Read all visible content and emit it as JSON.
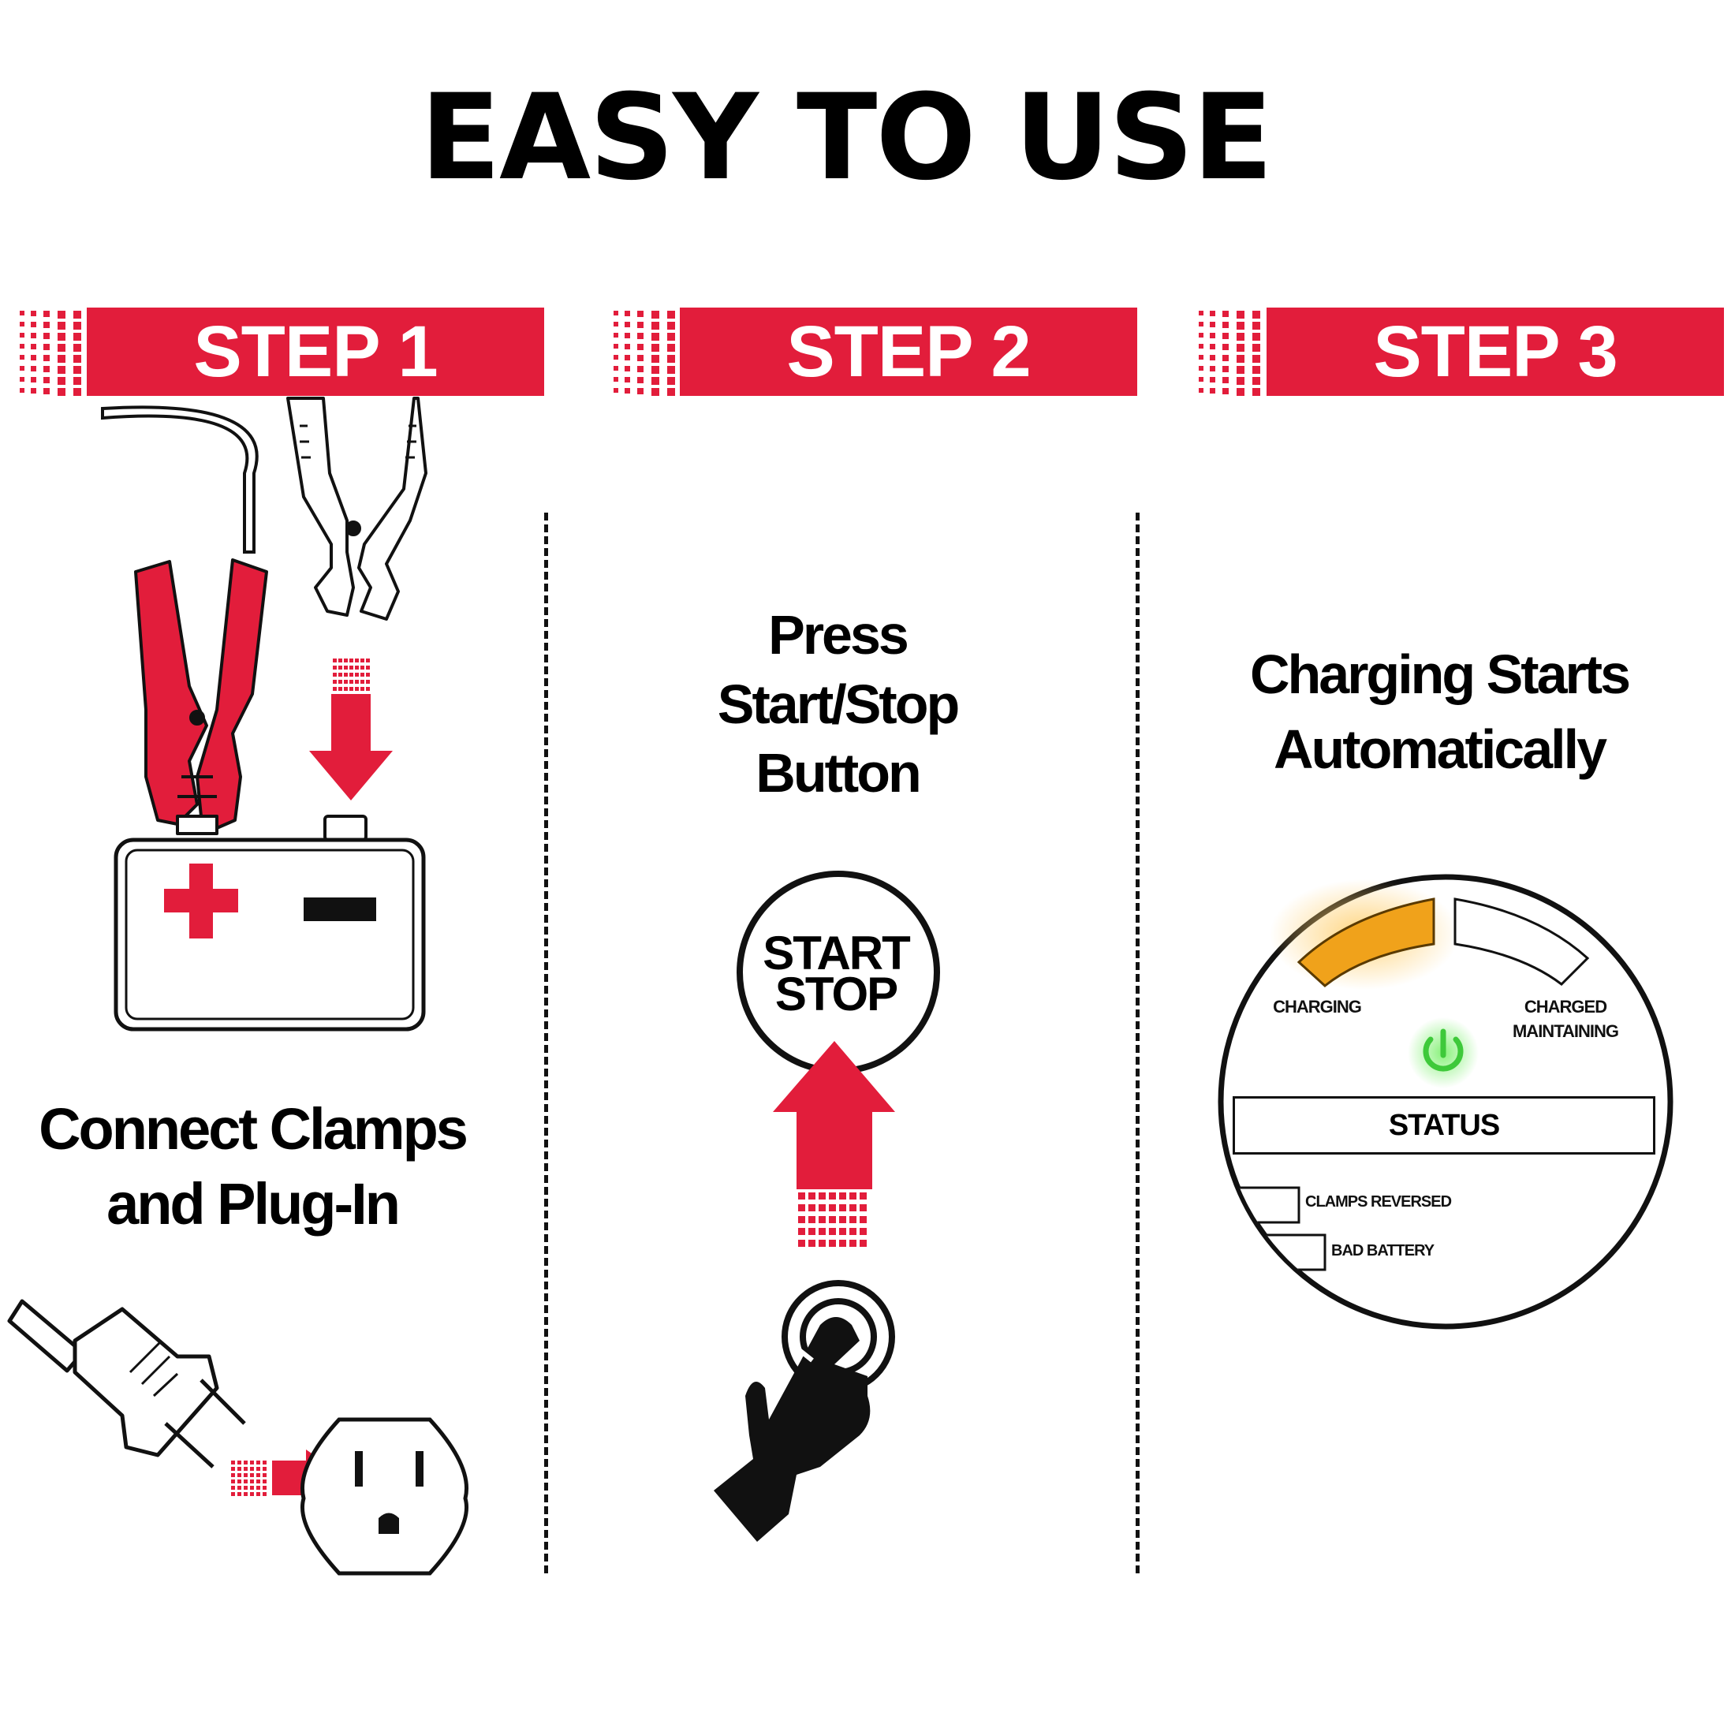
{
  "title": "EASY TO USE",
  "steps": [
    {
      "label": "STEP 1",
      "caption_line1": "Connect Clamps",
      "caption_line2": "and Plug-In"
    },
    {
      "label": "STEP 2",
      "caption_line1": "Press",
      "caption_line2": "Start/Stop",
      "caption_line3": "Button"
    },
    {
      "label": "STEP 3",
      "caption_line1": "Charging Starts",
      "caption_line2": "Automatically"
    }
  ],
  "button": {
    "line1": "START",
    "line2": "STOP"
  },
  "panel": {
    "charging_label": "CHARGING",
    "charged_label_line1": "CHARGED",
    "charged_label_line2": "MAINTAINING",
    "status_label": "STATUS",
    "clamps_reversed_label": "CLAMPS REVERSED",
    "bad_battery_label": "BAD BATTERY"
  },
  "colors": {
    "brand_red": "#e21d3b",
    "charging_orange": "#f0a21b",
    "power_green": "#3ec93a"
  },
  "icons": [
    "battery-icon",
    "red-clamp-icon",
    "white-clamp-icon",
    "plug-icon",
    "outlet-icon",
    "hand-press-icon",
    "power-icon",
    "down-arrow-icon",
    "up-arrow-icon",
    "right-arrow-icon"
  ]
}
